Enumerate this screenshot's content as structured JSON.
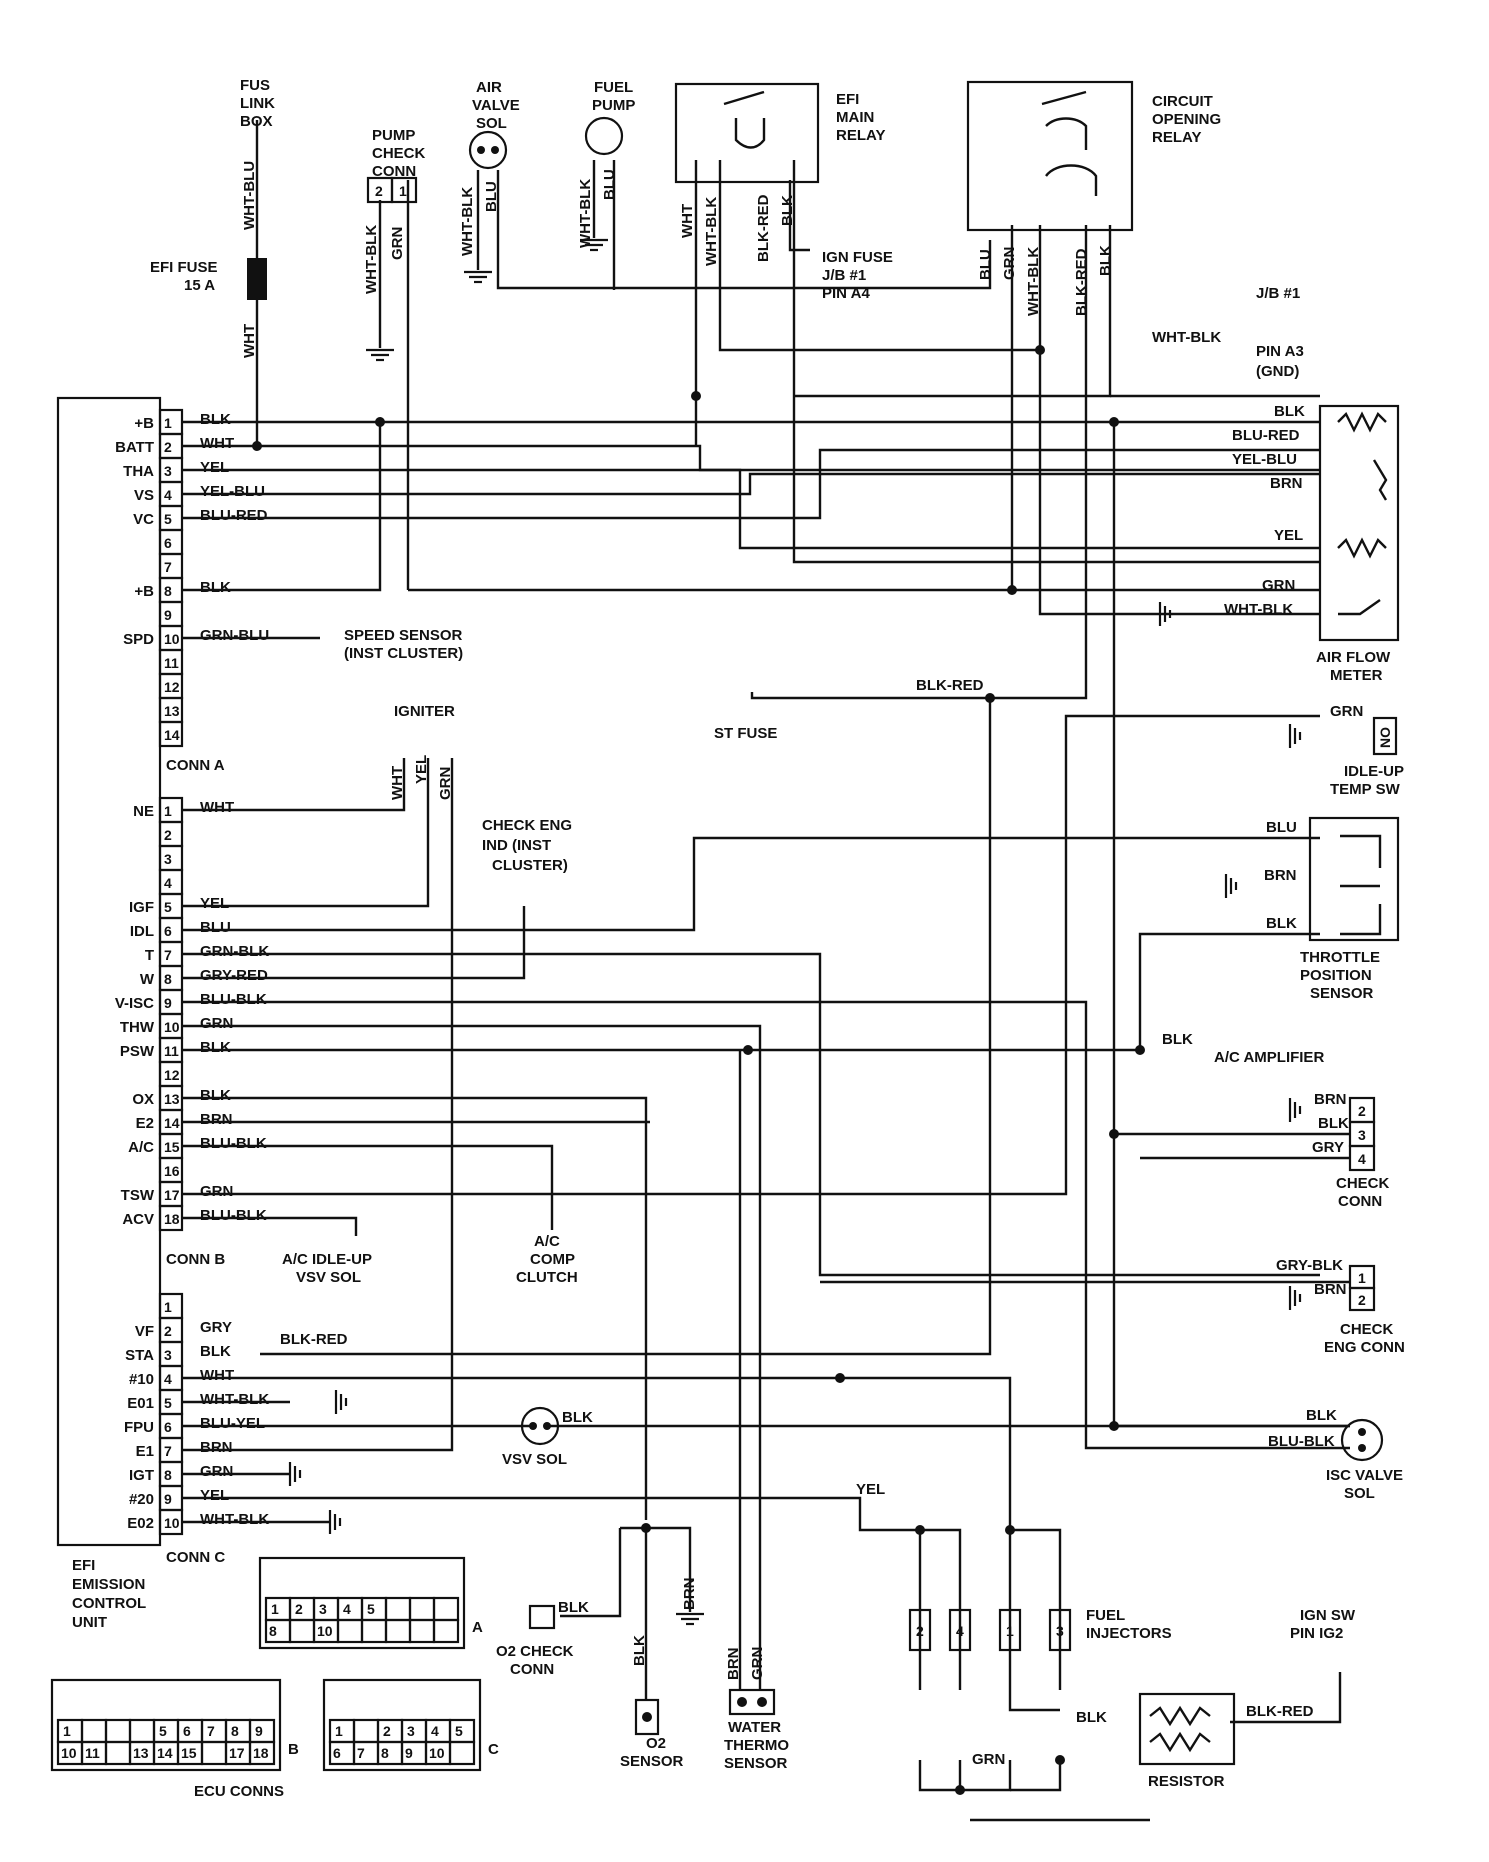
{
  "ecu": {
    "pins_a": [
      "+B",
      "BATT",
      "THA",
      "VS",
      "VC",
      "",
      "",
      "+B",
      "",
      "SPD",
      "",
      "",
      "",
      ""
    ],
    "pins_b": [
      "NE",
      "",
      "",
      "",
      "IGF",
      "IDL",
      "T",
      "W",
      "V-ISC",
      "THW",
      "PSW",
      "",
      "OX",
      "E2",
      "A/C",
      "",
      "TSW",
      "ACV"
    ],
    "pins_c": [
      "",
      "VF",
      "STA",
      "#10",
      "E01",
      "FPU",
      "E1",
      "IGT",
      "#20",
      "E02"
    ],
    "conn_a": "CONN A",
    "conn_b": "CONN B",
    "conn_c": "CONN C",
    "name": [
      "EFI",
      "EMISSION",
      "CONTROL",
      "UNIT"
    ]
  },
  "wires_a": [
    "BLK",
    "WHT",
    "YEL",
    "YEL-BLU",
    "BLU-RED",
    "",
    "",
    "BLK",
    "",
    "GRN-BLU",
    "",
    "",
    "",
    ""
  ],
  "wires_b": [
    "WHT",
    "",
    "",
    "",
    "YEL",
    "BLU",
    "GRN-BLK",
    "GRY-RED",
    "BLU-BLK",
    "GRN",
    "BLK",
    "",
    "BLK",
    "BRN",
    "BLU-BLK",
    "",
    "GRN",
    "BLU-BLK"
  ],
  "wires_c": [
    "",
    "GRY",
    "BLK",
    "WHT",
    "WHT-BLK",
    "BLU-YEL",
    "BRN",
    "GRN",
    "YEL",
    "WHT-BLK"
  ],
  "labels": {
    "fus_link": [
      "FUS",
      "LINK",
      "BOX"
    ],
    "efi_fuse": [
      "EFI FUSE",
      "15 A"
    ],
    "pump_check": [
      "PUMP",
      "CHECK",
      "CONN"
    ],
    "air_valve": [
      "AIR",
      "VALVE",
      "SOL"
    ],
    "fuel_pump": [
      "FUEL",
      "PUMP"
    ],
    "efi_main_relay": [
      "EFI",
      "MAIN",
      "RELAY"
    ],
    "circuit_opening_relay": [
      "CIRCUIT",
      "OPENING",
      "RELAY"
    ],
    "ign_fuse": [
      "IGN FUSE",
      "J/B #1",
      "PIN A4"
    ],
    "jb_pin_a3": [
      "J/B #1",
      "PIN A3",
      "(GND)"
    ],
    "speed_sensor": [
      "SPEED SENSOR",
      "(INST CLUSTER)"
    ],
    "st_fuse": "ST FUSE",
    "air_flow_meter": [
      "AIR FLOW",
      "METER"
    ],
    "idle_up": [
      "IDLE-UP",
      "TEMP SW"
    ],
    "igniter": "IGNITER",
    "check_eng_ind": [
      "CHECK ENG",
      "IND (INST",
      "CLUSTER)"
    ],
    "throttle": [
      "THROTTLE",
      "POSITION",
      "SENSOR"
    ],
    "ac_amp": "A/C AMPLIFIER",
    "check_conn": [
      "CHECK",
      "CONN"
    ],
    "ac_idle_up": [
      "A/C IDLE-UP",
      "VSV SOL"
    ],
    "ac_comp": [
      "A/C",
      "COMP",
      "CLUTCH"
    ],
    "check_eng_conn": [
      "CHECK",
      "ENG CONN"
    ],
    "vsv_sol": "VSV SOL",
    "isc_valve": [
      "ISC VALVE",
      "SOL"
    ],
    "o2_check": [
      "O2 CHECK",
      "CONN"
    ],
    "o2_sensor": [
      "O2",
      "SENSOR"
    ],
    "water_thermo": [
      "WATER",
      "THERMO",
      "SENSOR"
    ],
    "fuel_injectors": [
      "FUEL",
      "INJECTORS"
    ],
    "ign_sw": [
      "IGN SW",
      "PIN IG2"
    ],
    "resistor": "RESISTOR",
    "ecu_conns": "ECU CONNS",
    "no_label": "NO"
  },
  "wire_colors": {
    "whtblu": "WHT-BLU",
    "wht": "WHT",
    "whtblk": "WHT-BLK",
    "grn": "GRN",
    "blu": "BLU",
    "blk": "BLK",
    "blkred": "BLK-RED",
    "bluRed": "BLU-RED",
    "yelblu": "YEL-BLU",
    "brn": "BRN",
    "yel": "YEL",
    "gryblk": "GRY-BLK",
    "gry": "GRY",
    "blublk": "BLU-BLK"
  },
  "conn_pins": {
    "pump_check": [
      "2",
      "1"
    ],
    "check_conn": [
      "2",
      "3",
      "4"
    ],
    "check_eng_conn": [
      "1",
      "2"
    ],
    "injectors": [
      "2",
      "4",
      "1",
      "3"
    ],
    "ecu_a_top": [
      "1",
      "2",
      "3",
      "4",
      "5",
      "",
      "",
      ""
    ],
    "ecu_a_bot": [
      "8",
      "",
      "10",
      "",
      "",
      "",
      "",
      ""
    ],
    "ecu_a_tag": "A",
    "ecu_b_top": [
      "1",
      "",
      "",
      "",
      "5",
      "6",
      "7",
      "8",
      "9"
    ],
    "ecu_b_bot": [
      "10",
      "11",
      "",
      "13",
      "14",
      "15",
      "",
      "17",
      "18"
    ],
    "ecu_b_tag": "B",
    "ecu_c_top": [
      "1",
      "",
      "2",
      "3",
      "4",
      "5"
    ],
    "ecu_c_bot": [
      "6",
      "7",
      "8",
      "9",
      "10",
      ""
    ],
    "ecu_c_tag": "C"
  }
}
